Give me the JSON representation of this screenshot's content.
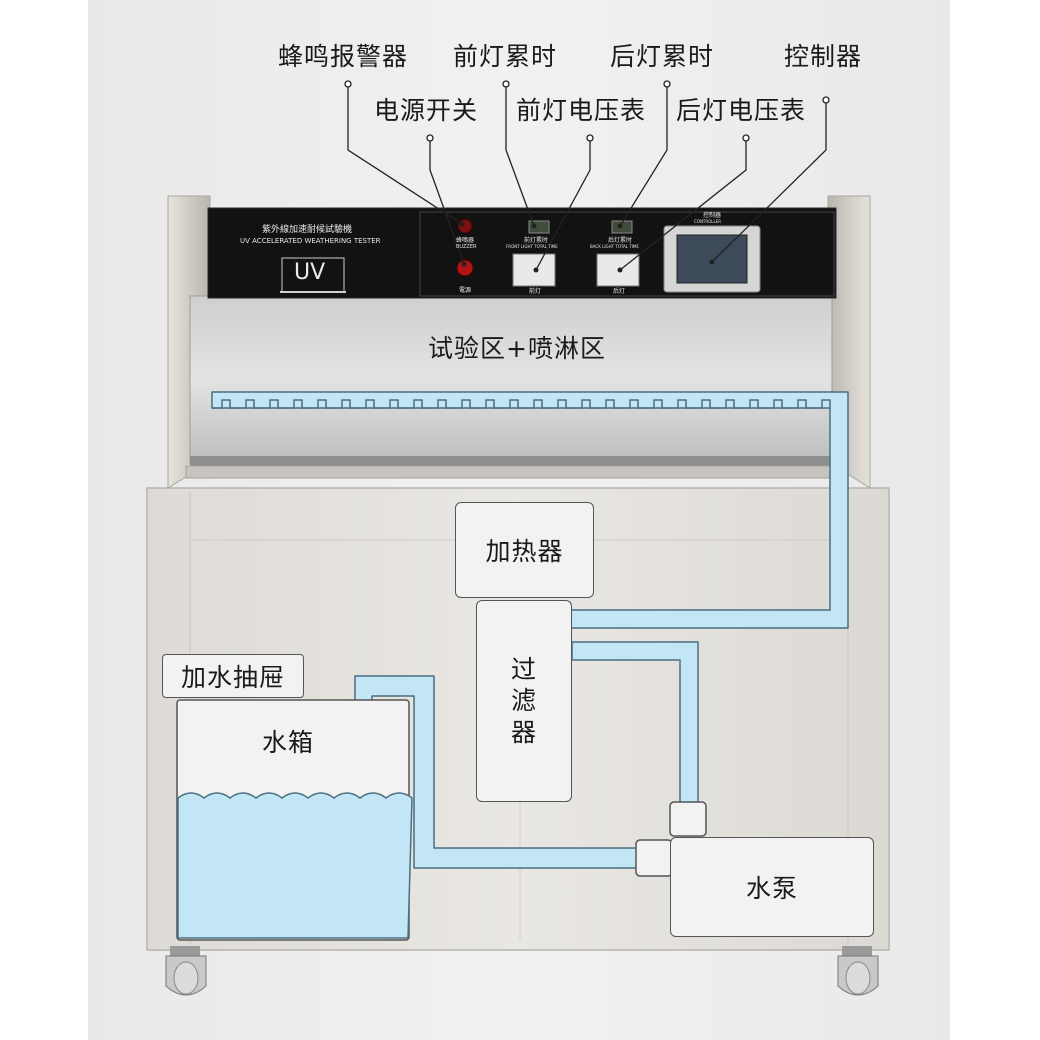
{
  "callouts": {
    "buzzer": "蜂鸣报警器",
    "front_lamp_hours": "前灯累时",
    "back_lamp_hours": "后灯累时",
    "controller": "控制器",
    "power_switch": "电源开关",
    "front_lamp_voltmeter": "前灯电压表",
    "back_lamp_voltmeter": "后灯电压表"
  },
  "panel": {
    "title_cn": "紫外線加速耐候試驗機",
    "title_en": "UV ACCELERATED WEATHERING TESTER",
    "logo": "UV",
    "buzzer_small": "蜂鳴器",
    "buzzer_small_en": "BUZZER",
    "power_small": "電源",
    "front_hours_small": "前灯累时",
    "front_hours_small_en": "FRONT LIGHT TOTAL TIME",
    "back_hours_small": "后灯累时",
    "back_hours_small_en": "BACK LIGHT TOTAL TIME",
    "front_lamp_small": "前灯",
    "back_lamp_small": "后灯",
    "controller_small": "控制器",
    "controller_small_en": "CONTROLLER"
  },
  "zones": {
    "test_zone": "试验区+喷淋区"
  },
  "components": {
    "heater": "加热器",
    "filter": "过滤器",
    "filter_chars": [
      "过",
      "滤",
      "器"
    ],
    "drawer": "加水抽屉",
    "water_tank": "水箱",
    "water_pump": "水泵"
  },
  "colors": {
    "water": "#c2e6f6",
    "water_stroke": "#4a6f80",
    "panel_black": "#111111",
    "body": "#e4e2df"
  }
}
